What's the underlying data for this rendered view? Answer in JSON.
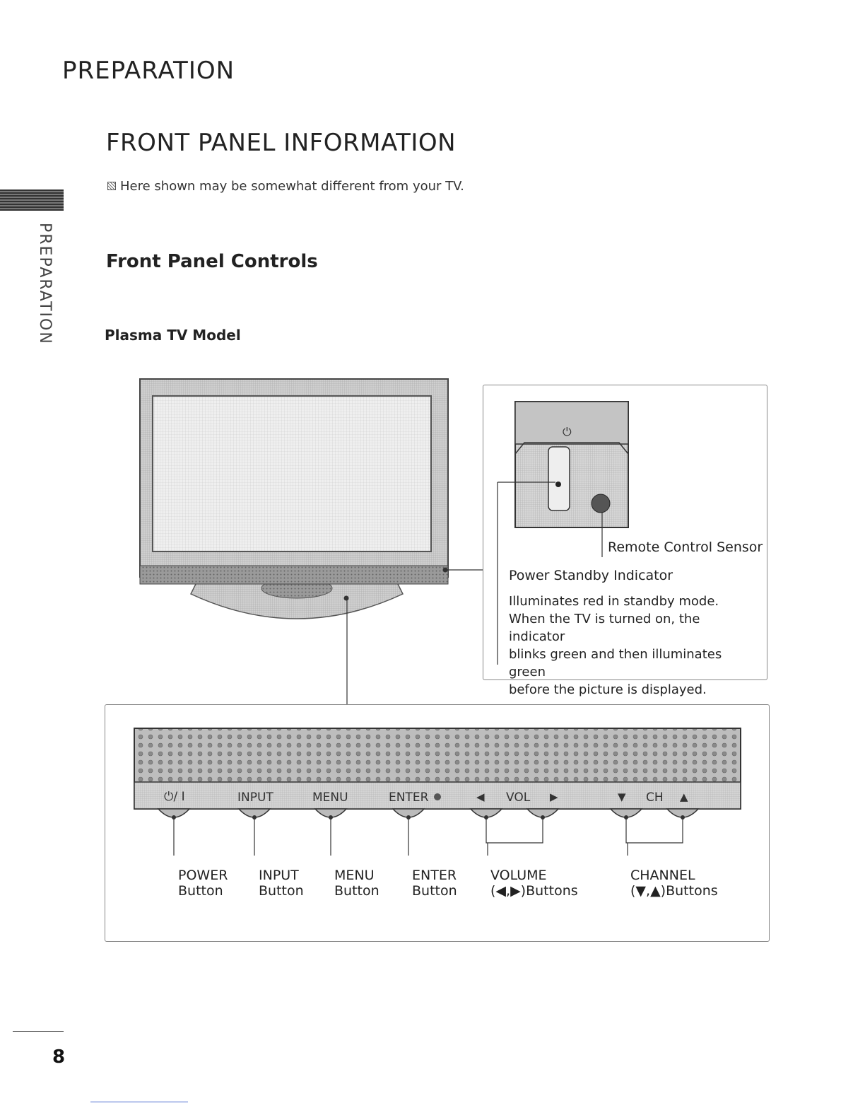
{
  "header": {
    "title": "PREPARATION"
  },
  "side_tab": {
    "label": "PREPARATION"
  },
  "section": {
    "title": "FRONT PANEL INFORMATION",
    "note": "Here shown may be somewhat different from your TV.",
    "subtitle": "Front Panel Controls",
    "model": "Plasma TV Model"
  },
  "callout": {
    "sensor_label": "Remote Control Sensor",
    "indicator_label": "Power Standby Indicator",
    "indicator_desc": [
      "Illuminates red in standby mode.",
      "When the TV is turned on, the indicator",
      "blinks green and then illuminates green",
      "before the picture is displayed."
    ]
  },
  "panel": {
    "printed": {
      "power": "⏻/ I",
      "input": "INPUT",
      "menu": "MENU",
      "enter": "ENTER",
      "vol": "VOL",
      "ch": "CH"
    },
    "labels": [
      {
        "line1": "POWER",
        "line2": "Button"
      },
      {
        "line1": "INPUT",
        "line2": "Button"
      },
      {
        "line1": "MENU",
        "line2": "Button"
      },
      {
        "line1": "ENTER",
        "line2": "Button"
      },
      {
        "line1": "VOLUME",
        "line2": "(◀,▶)Buttons"
      },
      {
        "line1": "CHANNEL",
        "line2": "(▼,▲)Buttons"
      }
    ]
  },
  "page": {
    "number": "8"
  }
}
